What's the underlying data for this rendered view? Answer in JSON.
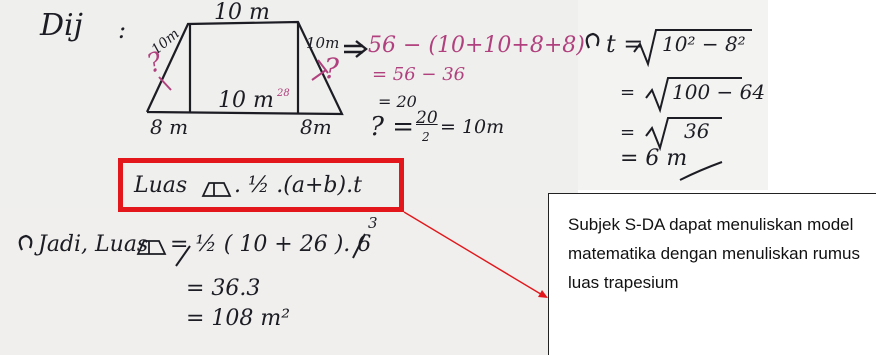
{
  "given": {
    "label": "Dij",
    "colon": ":",
    "top_base": "10 m",
    "left_leg": "10m",
    "right_leg": "10m",
    "left_unknown": "?",
    "right_unknown": "?",
    "bottom_mid": "10 m",
    "bottom_mid_sup": "28",
    "bottom_left": "8 m",
    "bottom_right": "8m"
  },
  "calc": {
    "line1": "56 − (10+10+8+8)",
    "line2": "= 56 − 36",
    "line3": "= 20",
    "q_prefix": "? =",
    "frac_num": "20",
    "frac_den": "2",
    "q_result": "= 10m"
  },
  "height": {
    "t_label": "t =",
    "t_expr": "10² − 8²",
    "r1": "100 − 64",
    "r2": "36",
    "result": "= 6  m"
  },
  "formula": {
    "text_before": "Luas",
    "text_mid": ". ½ .(a+b).t"
  },
  "conclusion": {
    "line1": "Jadi, Luas",
    "line1_rest": "= ½ ( 10 + 26 ). 6",
    "cancel_above": "3",
    "line2": "= 36.3",
    "line3": "= 108 m²"
  },
  "callout": {
    "text": "Subjek S-DA dapat menuliskan model matematika dengan menuliskan rumus luas trapesium"
  },
  "colors": {
    "highlight": "#e3171b",
    "ink": "#1c1c24",
    "pink_ink": "#b0417e"
  }
}
